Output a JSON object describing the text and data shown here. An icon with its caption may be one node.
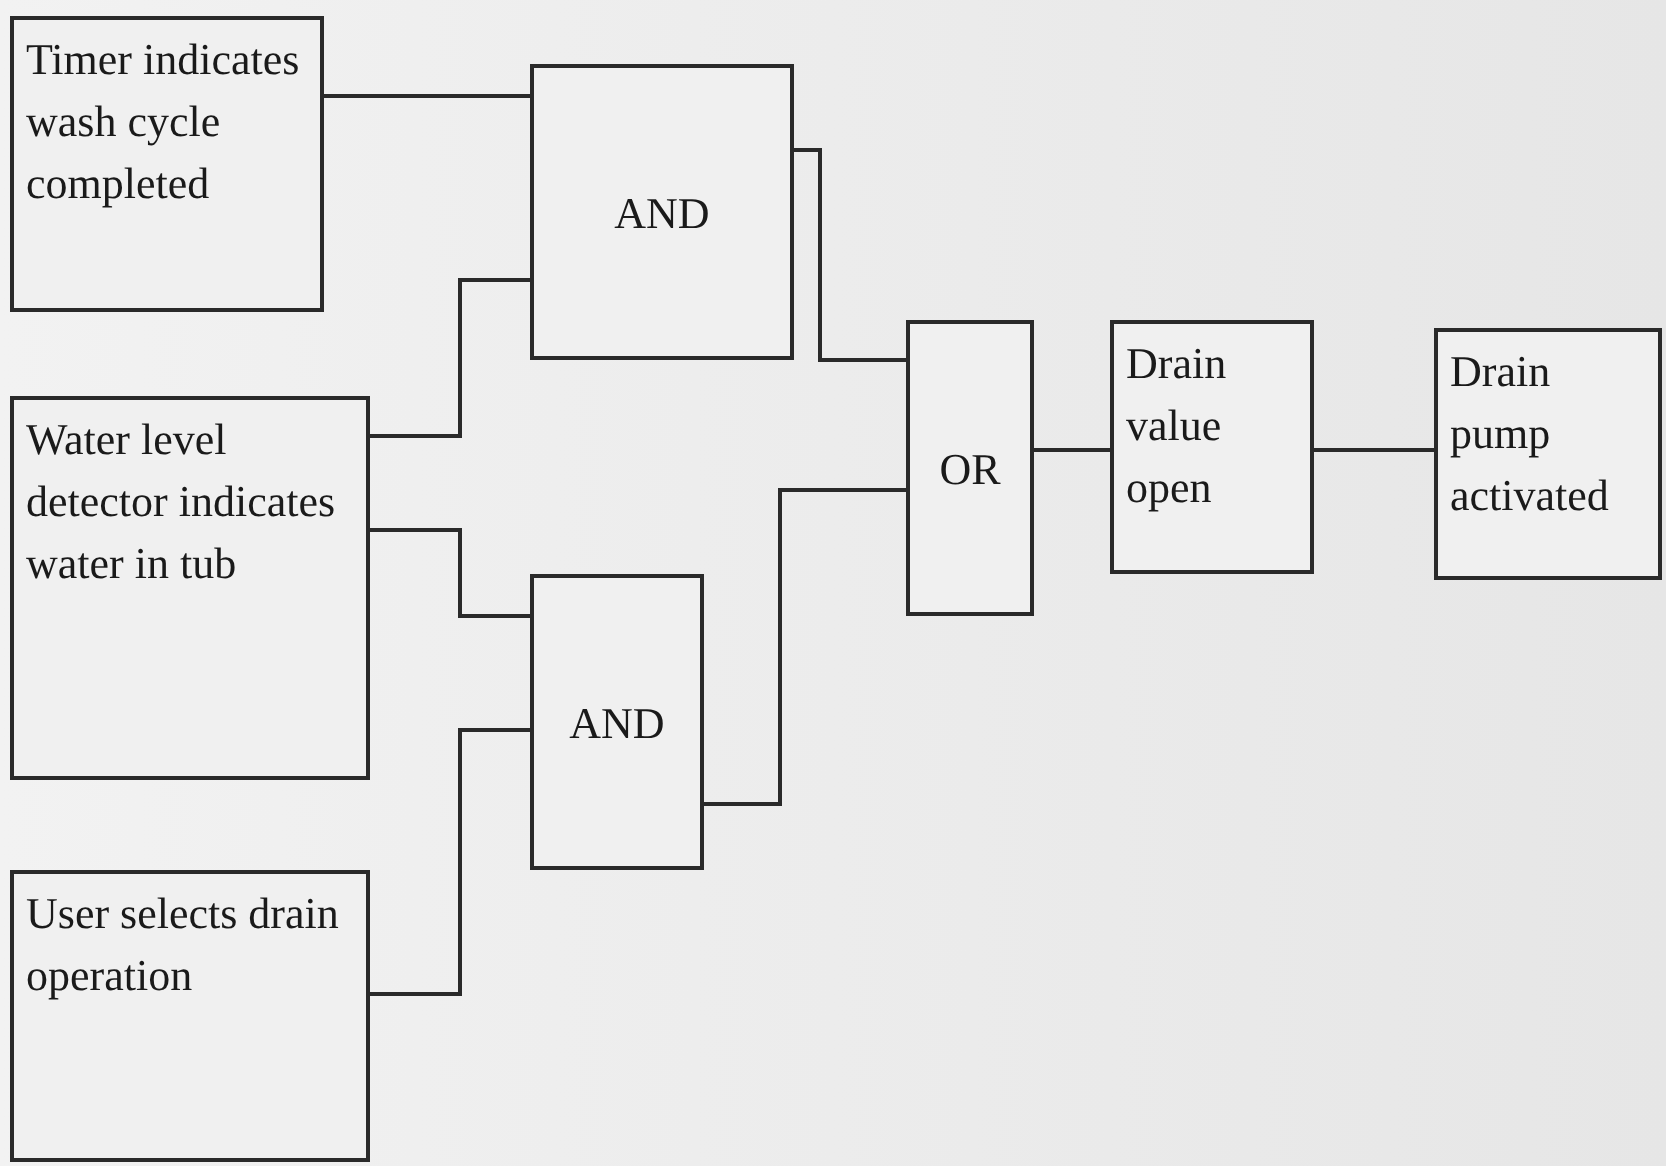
{
  "diagram": {
    "nodes": [
      {
        "text": [
          "Timer indicates wash cycle completed"
        ]
      },
      {
        "text": [
          "AND"
        ]
      },
      {
        "text": [
          "Water level detector indicates water in tub"
        ]
      },
      {
        "text": [
          "AND"
        ]
      },
      {
        "text": [
          "User selects drain operation"
        ]
      },
      {
        "text": [
          "OR"
        ]
      },
      {
        "text": [
          "Drain value open"
        ]
      },
      {
        "text": [
          "Drain pump activated"
        ]
      }
    ],
    "edges": [
      {
        "from": 0,
        "to": 1,
        "arrow": "none"
      },
      {
        "from": 2,
        "to": 1,
        "arrow": "none"
      },
      {
        "from": 2,
        "to": 3,
        "arrow": "none"
      },
      {
        "from": 4,
        "to": 3,
        "arrow": "none"
      },
      {
        "from": 1,
        "to": 5,
        "arrow": "none"
      },
      {
        "from": 3,
        "to": 5,
        "arrow": "none"
      },
      {
        "from": 5,
        "to": 6,
        "arrow": "none"
      },
      {
        "from": 6,
        "to": 7,
        "arrow": "none"
      }
    ]
  }
}
